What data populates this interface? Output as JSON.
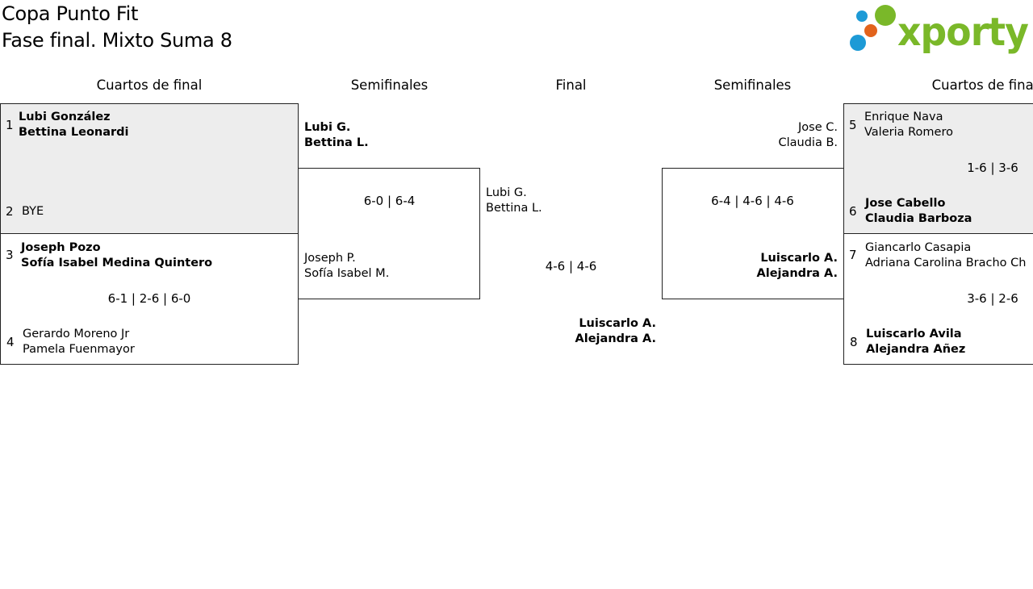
{
  "header": {
    "title_line1": "Copa Punto Fit",
    "title_line2": "Fase final. Mixto Suma 8"
  },
  "logo": {
    "text": "xporty",
    "colors": {
      "text": "#7ab829",
      "dot_green": "#7ab829",
      "dot_blue": "#1d9ad6",
      "dot_orange": "#e2631c"
    }
  },
  "rounds": {
    "left_quarters": "Cuartos de final",
    "left_semis": "Semifinales",
    "final": "Final",
    "right_semis": "Semifinales",
    "right_quarters": "Cuartos de final"
  },
  "left_quarters": {
    "match1": {
      "top": {
        "seed": "1",
        "name1": "Lubi González",
        "name2": "Bettina Leonardi"
      },
      "bottom": {
        "seed": "2",
        "name1": "BYE",
        "name2": ""
      },
      "score": ""
    },
    "match2": {
      "top": {
        "seed": "3",
        "name1": "Joseph Pozo",
        "name2": "Sofía Isabel Medina Quintero"
      },
      "bottom": {
        "seed": "4",
        "name1": "Gerardo Moreno Jr",
        "name2": "Pamela Fuenmayor"
      },
      "score": "6-1 | 2-6 | 6-0"
    }
  },
  "left_semi": {
    "top": {
      "name1": "Lubi G.",
      "name2": "Bettina L."
    },
    "bottom": {
      "name1": "Joseph P.",
      "name2": "Sofía Isabel M."
    },
    "score": "6-0 | 6-4"
  },
  "final": {
    "top": {
      "name1": "Lubi G.",
      "name2": "Bettina L."
    },
    "bottom": {
      "name1": "Luiscarlo A.",
      "name2": "Alejandra A."
    },
    "score": "4-6 | 4-6"
  },
  "right_semi": {
    "top": {
      "name1": "Jose C.",
      "name2": "Claudia B."
    },
    "bottom": {
      "name1": "Luiscarlo A.",
      "name2": "Alejandra A."
    },
    "score": "6-4 | 4-6 | 4-6"
  },
  "right_quarters": {
    "match1": {
      "top": {
        "seed": "5",
        "name1": "Enrique Nava",
        "name2": "Valeria Romero"
      },
      "bottom": {
        "seed": "6",
        "name1": "Jose Cabello",
        "name2": "Claudia Barboza"
      },
      "score": "1-6 | 3-6"
    },
    "match2": {
      "top": {
        "seed": "7",
        "name1": "Giancarlo Casapia",
        "name2": "Adriana Carolina Bracho Ch"
      },
      "bottom": {
        "seed": "8",
        "name1": "Luiscarlo Avila",
        "name2": "Alejandra Añez"
      },
      "score": "3-6 | 2-6"
    }
  }
}
